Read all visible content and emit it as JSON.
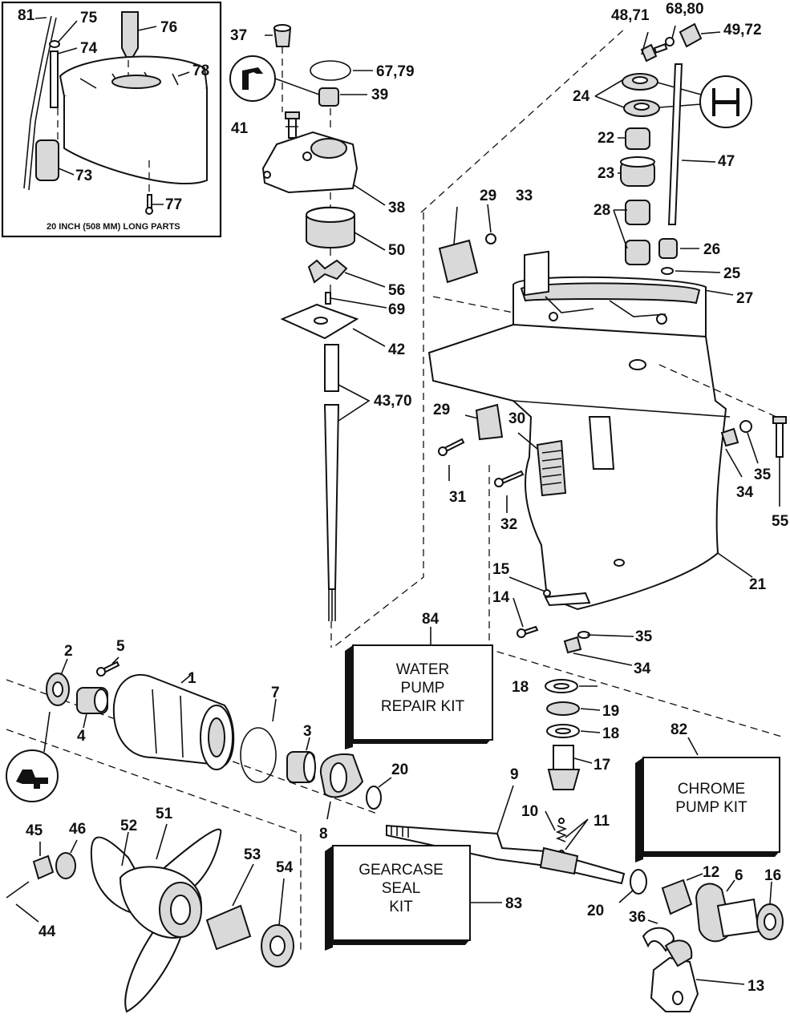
{
  "inset": {
    "caption": "20 INCH (508 MM) LONG PARTS"
  },
  "kits": {
    "water_pump": [
      "WATER",
      "PUMP",
      "REPAIR KIT"
    ],
    "chrome_pump": [
      "CHROME",
      "PUMP KIT"
    ],
    "gearcase_seal": [
      "GEARCASE",
      "SEAL",
      "KIT"
    ]
  },
  "callouts": {
    "c81": "81",
    "c75": "75",
    "c74": "74",
    "c76": "76",
    "c78": "78",
    "c73": "73",
    "c77": "77",
    "c37": "37",
    "c67_79": "67,79",
    "c39": "39",
    "c41": "41",
    "c38": "38",
    "c50": "50",
    "c56": "56",
    "c69": "69",
    "c42": "42",
    "c43_70": "43,70",
    "c48_71": "48,71",
    "c68_80": "68,80",
    "c49_72": "49,72",
    "c24": "24",
    "c22": "22",
    "c23": "23",
    "c47": "47",
    "c28": "28",
    "c26": "26",
    "c25": "25",
    "c27": "27",
    "c29a": "29",
    "c33": "33",
    "c29b": "29",
    "c30": "30",
    "c31": "31",
    "c32": "32",
    "c34a": "34",
    "c35a": "35",
    "c55": "55",
    "c21": "21",
    "c15": "15",
    "c14": "14",
    "c35b": "35",
    "c34b": "34",
    "c84": "84",
    "c18a": "18",
    "c19": "19",
    "c18b": "18",
    "c17": "17",
    "c82": "82",
    "c11": "11",
    "c10": "10",
    "c9": "9",
    "c2": "2",
    "c5": "5",
    "c1": "1",
    "c7": "7",
    "c3": "3",
    "c4": "4",
    "c20a": "20",
    "c8": "8",
    "c52": "52",
    "c51": "51",
    "c45": "45",
    "c46": "46",
    "c53": "53",
    "c54": "54",
    "c44": "44",
    "c83": "83",
    "c12": "12",
    "c6": "6",
    "c16": "16",
    "c20b": "20",
    "c36": "36",
    "c13": "13"
  },
  "icons": [
    "apply-sealant-icon",
    "apply-grease-icon",
    "apply-lubricant-icon"
  ]
}
